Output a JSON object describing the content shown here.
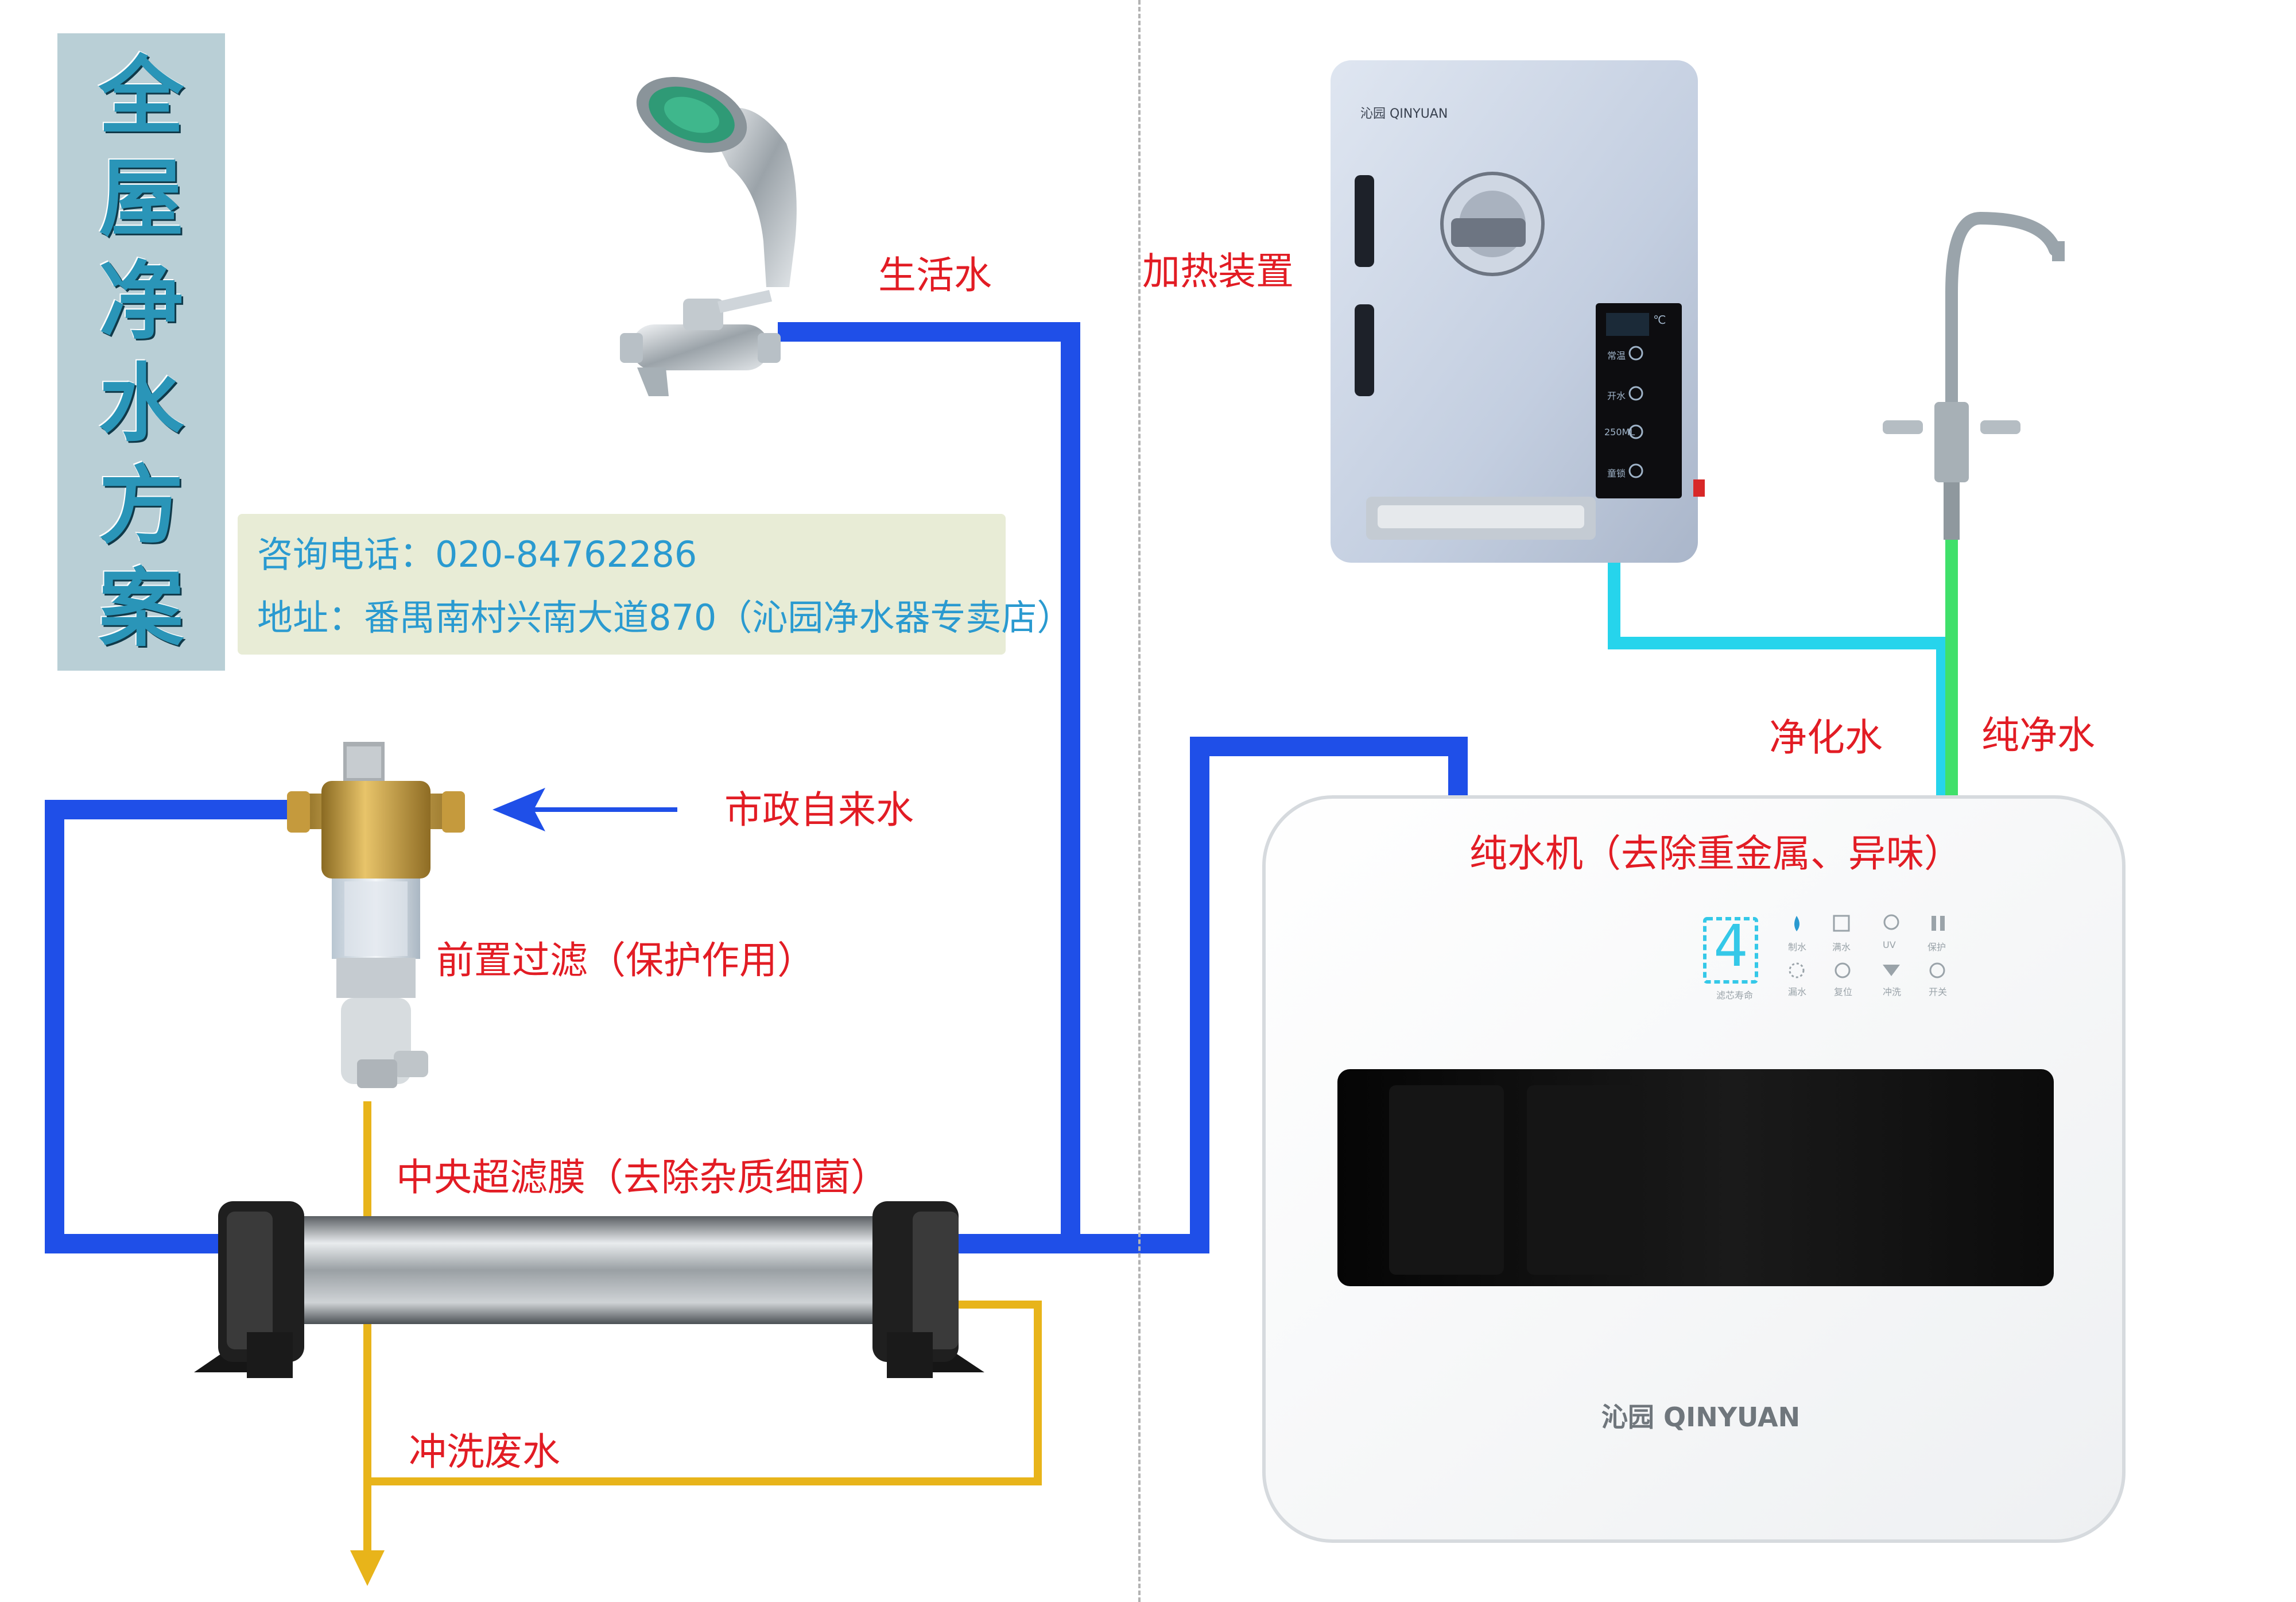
{
  "title_chars": [
    "全",
    "屋",
    "净",
    "水",
    "方",
    "案"
  ],
  "contact": {
    "phone": "咨询电话：020-84762286",
    "address": "地址：番禺南村兴南大道870（沁园净水器专卖店）"
  },
  "labels": {
    "domestic_water": "生活水",
    "heating_device": "加热装置",
    "municipal_water": "市政自来水",
    "pre_filter": "前置过滤（保护作用）",
    "central_uf": "中央超滤膜（去除杂质细菌）",
    "flush_waste": "冲洗废水",
    "purified_water": "净化水",
    "pure_water": "纯净水",
    "ro_machine": "纯水机（去除重金属、异味）"
  },
  "devices": {
    "dispenser_brand": "沁园 QINYUAN",
    "ro_brand": "沁园 QINYUAN",
    "ro_display_digit": "4",
    "ro_panel_caption": "滤芯寿命",
    "ro_panel_labels": [
      "制水",
      "满水",
      "UV",
      "保护",
      "漏水",
      "复位",
      "冲洗",
      "开关"
    ],
    "dispenser_buttons": [
      "常温",
      "开水",
      "250ML",
      "童锁"
    ],
    "dispenser_unit": "℃"
  },
  "colors": {
    "pipe_blue": "#1f4fe8",
    "pipe_cyan": "#26d4ec",
    "pipe_green": "#40e06a",
    "pipe_yellow": "#e8b41a",
    "label_red": "#e21c24",
    "title_bg": "#b9cfd6",
    "title_text": "#2a95b8",
    "contact_bg": "#e8ecd6",
    "contact_text": "#2a9ad0"
  }
}
